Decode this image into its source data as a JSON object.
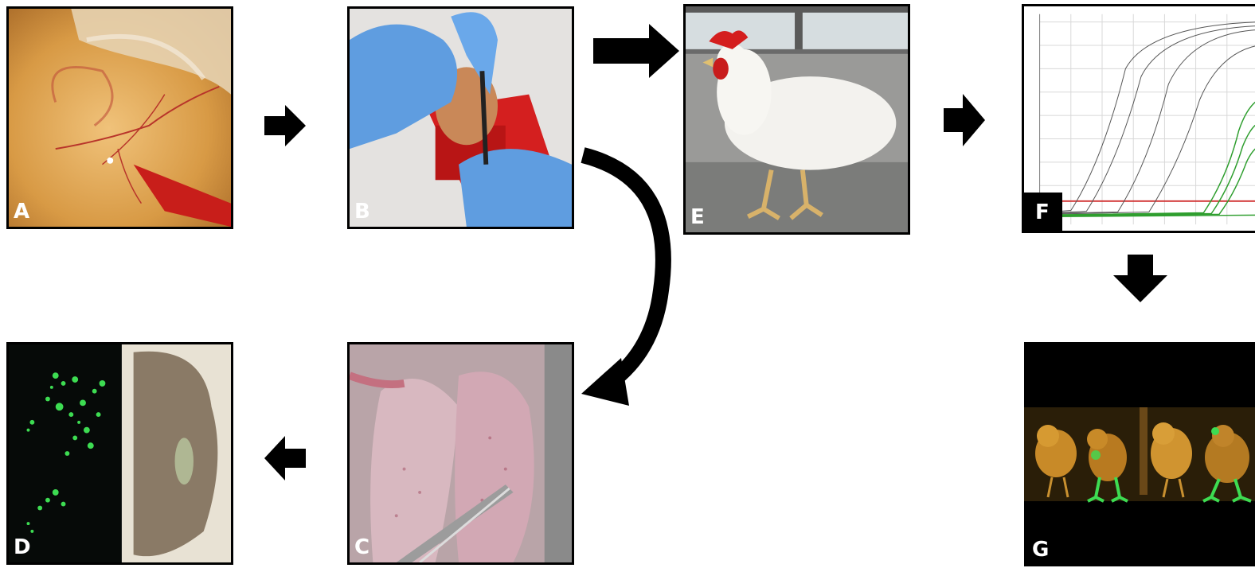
{
  "panels": {
    "a": {
      "label": "A"
    },
    "b": {
      "label": "B"
    },
    "c": {
      "label": "C"
    },
    "d": {
      "label": "D"
    },
    "e": {
      "label": "E"
    },
    "f": {
      "label": "F"
    },
    "g": {
      "label": "G"
    }
  },
  "colors": {
    "frame": "#000000",
    "label_text": "#ffffff",
    "glove": "#5f9de0",
    "fluorescence": "#3ddc52",
    "blood": "#c8281e"
  }
}
